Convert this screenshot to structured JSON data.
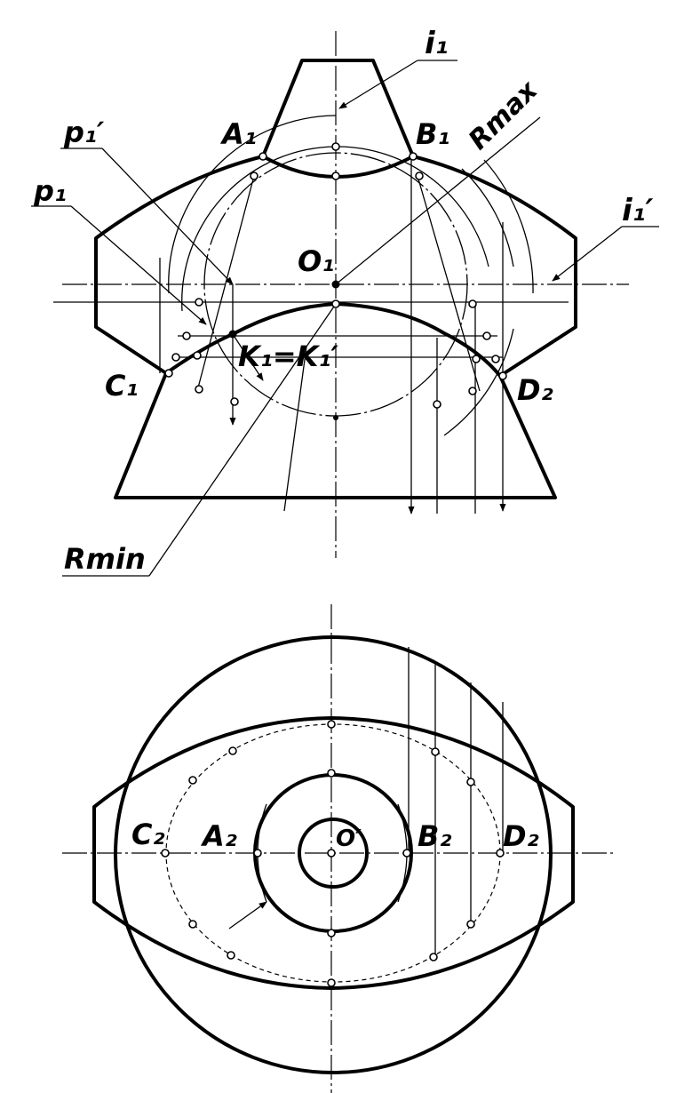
{
  "labels": {
    "i1": "i₁",
    "i1p": "i₁′",
    "p1": "p₁",
    "p1p": "p₁′",
    "a1": "A₁",
    "b1": "B₁",
    "rmax": "Rmax",
    "o1": "O₁",
    "k1": "K₁=K₁′",
    "c1": "C₁",
    "d2_top": "D₂",
    "rmin": "Rmin",
    "c2": "C₂",
    "a2": "A₂",
    "o_bottom": "O′",
    "b2": "B₂",
    "d2_bottom": "D₂"
  }
}
